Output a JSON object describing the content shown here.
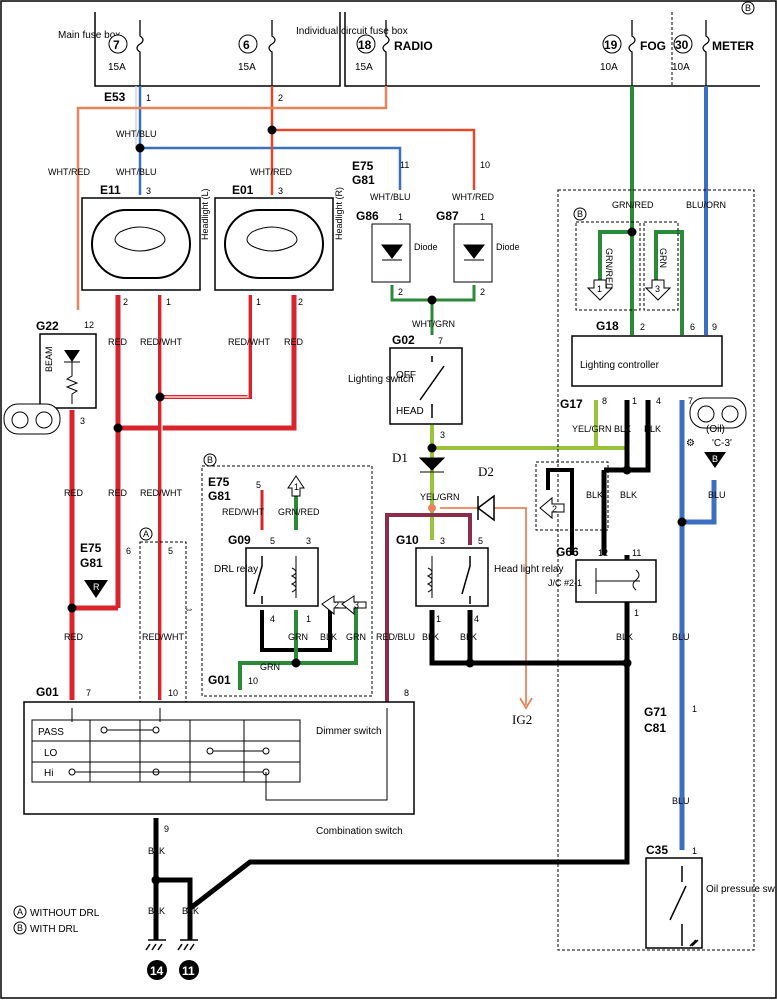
{
  "fuse_box": {
    "main_label": "Main fuse box",
    "individual_label": "Individual circuit fuse box",
    "fuses": [
      {
        "num": "7",
        "amp": "15A"
      },
      {
        "num": "6",
        "amp": "15A"
      },
      {
        "num": "18",
        "amp": "15A",
        "name": "RADIO"
      },
      {
        "num": "19",
        "amp": "10A",
        "name": "FOG"
      },
      {
        "num": "30",
        "amp": "10A",
        "name": "METER"
      }
    ],
    "section_b_marker": "B"
  },
  "connectors": {
    "e53": "E53",
    "e53_pin1": "1",
    "e53_pin2": "2",
    "e75": "E75",
    "g81": "G81",
    "e75_pin11": "11",
    "e75_pin10": "10",
    "e75_lower_pin6": "6",
    "e75_lower_pin5": "5",
    "e75_drl_pin5": "5",
    "e11": "E11",
    "e11_pin3": "3",
    "e11_pin2": "2",
    "e11_pin1": "1",
    "e01": "E01",
    "e01_pin3": "3",
    "e01_pin1": "1",
    "e01_pin2": "2",
    "g22": "G22",
    "g22_pin12": "12",
    "g22_pin3": "3",
    "g86": "G86",
    "g86_pin1": "1",
    "g86_pin2": "2",
    "g87": "G87",
    "g87_pin1": "1",
    "g87_pin2": "2",
    "g02": "G02",
    "g02_pin7": "7",
    "g02_pin3": "3",
    "g18": "G18",
    "g18_pin2": "2",
    "g18_pin6": "6",
    "g18_pin9": "9",
    "g17": "G17",
    "g17_pin8": "8",
    "g17_pin1": "1",
    "g17_pin4": "4",
    "g17_pin7": "7",
    "g09": "G09",
    "g09_pin5": "5",
    "g09_pin3": "3",
    "g09_pin4": "4",
    "g09_pin1": "1",
    "g10": "G10",
    "g10_pin3": "3",
    "g10_pin5": "5",
    "g10_pin1": "1",
    "g10_pin4": "4",
    "g66": "G66",
    "g66_pin12": "12",
    "g66_pin11": "11",
    "g66_pin1": "1",
    "g01_drl": "G01",
    "g01_drl_pin10": "10",
    "g01": "G01",
    "g01_pin7": "7",
    "g01_pin10": "10",
    "g01_pin8": "8",
    "g01_pin9": "9",
    "g71": "G71",
    "c81": "C81",
    "g71_pin1": "1",
    "c35": "C35",
    "c35_pin1": "1"
  },
  "components": {
    "headlight_l": "Headlight (L)",
    "headlight_r": "Headlight (R)",
    "beam": "BEAM",
    "diode": "Diode",
    "lighting_switch": "Lighting switch",
    "switch_off": "OFF",
    "switch_head": "HEAD",
    "lighting_controller": "Lighting controller",
    "oil_label": "(Oil)",
    "c3_ref": "'C-3'",
    "drl_relay": "DRL relay",
    "head_relay": "Head light relay",
    "jc": "J/C #2-1",
    "dimmer_switch": "Dimmer switch",
    "combination_switch": "Combination switch",
    "dimmer_rows": [
      "PASS",
      "LO",
      "Hi"
    ],
    "oil_pressure_switch": "Oil pressure switch",
    "ground_14": "14",
    "ground_11": "11",
    "marker_r": "R",
    "marker_b": "B",
    "arrow_1": "1",
    "arrow_2": "2",
    "arrow_3": "3",
    "arrow_b1": "1",
    "arrow_b2": "2",
    "arrow_b3": "3"
  },
  "wires": {
    "wht_blu": "WHT/BLU",
    "wht_blu2": "WHT/BLU",
    "wht_red": "WHT/RED",
    "wht_red2": "WHT/RED",
    "wht_blu3": "WHT/BLU",
    "wht_red3": "WHT/RED",
    "red_wht_l": "RED/WHT",
    "red_e11": "RED",
    "red_wht_e01": "RED/WHT",
    "red_e01": "RED",
    "red_g22": "RED",
    "red_mid": "RED",
    "red_wht_mid": "RED/WHT",
    "red_bottom": "RED",
    "red_wht_bottom": "RED/WHT",
    "wht_grn": "WHT/GRN",
    "grn_red": "GRN/RED",
    "grn_red2": "GRN/RED",
    "grn": "GRN",
    "blu_orn": "BLU/ORN",
    "yel_grn": "YEL/GRN",
    "yel_grn2": "YEL/GRN",
    "blk_a": "BLK",
    "blk_b": "BLK",
    "blk_c": "BLK",
    "blk_d": "BLK",
    "blk_e": "BLK",
    "blk_f": "BLK",
    "blk_g": "BLK",
    "blk_h": "BLK",
    "blk_i": "BLK",
    "blk_j": "BLK",
    "blk_k": "BLK",
    "blu_a": "BLU",
    "blu_b": "BLU",
    "blu_c": "BLU",
    "red_wht_drl": "RED/WHT",
    "grn_red_drl": "GRN/RED",
    "grn_a": "GRN",
    "grn_b": "GRN",
    "grn_c": "GRN",
    "red_blu": "RED/BLU"
  },
  "annotations": {
    "d1": "D1",
    "d2": "D2",
    "ig2": "IG2",
    "legend_a": "WITHOUT DRL",
    "legend_b": "WITH DRL",
    "legend_a_mark": "A",
    "legend_b_mark": "B",
    "section_a": "A",
    "section_b_drl": "B",
    "section_b_ctrl": "B"
  }
}
